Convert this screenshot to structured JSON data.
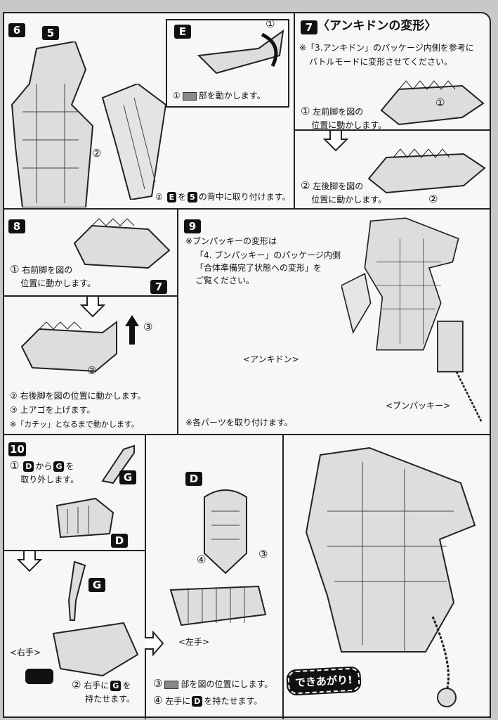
{
  "step6": {
    "num": "6",
    "part_5": "5",
    "part_e": "E",
    "instr1_num": "①",
    "instr1_text": "部を動かします。",
    "instr2_num": "②",
    "instr2_a": "を",
    "instr2_b": "の背中に取り付けます。",
    "callout_1": "①",
    "callout_2": "②"
  },
  "step7": {
    "num": "7",
    "title": "〈アンキドンの変形〉",
    "note_line1": "※「3.アンキドン」のパッケージ内側を参考に",
    "note_line2": "バトルモードに変形させてください。",
    "instr1_num": "①",
    "instr1_line1": "左前脚を図の",
    "instr1_line2": "位置に動かします。",
    "instr2_num": "②",
    "instr2_line1": "左後脚を図の",
    "instr2_line2": "位置に動かします。",
    "callout_1": "①",
    "callout_2": "②"
  },
  "step8": {
    "num": "8",
    "ref_7": "7",
    "instr1_num": "①",
    "instr1_line1": "右前脚を図の",
    "instr1_line2": "位置に動かします。",
    "instr2": "② 右後脚を図の位置に動かします。",
    "instr3": "③ 上アゴを上げます。",
    "note": "※「カチッ」となるまで動かします。",
    "callout_2": "②",
    "callout_3": "③"
  },
  "step9": {
    "num": "9",
    "note_line1": "※ブンパッキーの変形は",
    "note_line2": "「4. ブンパッキー」のパッケージ内側",
    "note_line3": "「合体準備完了状態への変形」を",
    "note_line4": "ご覧ください。",
    "label_ankidon": "<アンキドン>",
    "label_bunpakki": "<ブンパッキー>",
    "instr": "※各パーツを取り付けます。"
  },
  "step10": {
    "num": "10",
    "part_d": "D",
    "part_g": "G",
    "instr1_num": "①",
    "instr1_a": "から",
    "instr1_b": "を",
    "instr1_line2": "取り外します。",
    "label_right_hand": "<右手>",
    "instr2_num": "②",
    "instr2_a": "右手に",
    "instr2_b": "を",
    "instr2_line2": "持たせます。",
    "label_left_hand": "<左手>",
    "callout_3": "③",
    "callout_4": "④",
    "instr3_num": "③",
    "instr3_text": "部を図の位置にします。",
    "instr4_num": "④",
    "instr4_a": "左手に",
    "instr4_b": "を持たせます。",
    "complete": "できあがり!"
  }
}
